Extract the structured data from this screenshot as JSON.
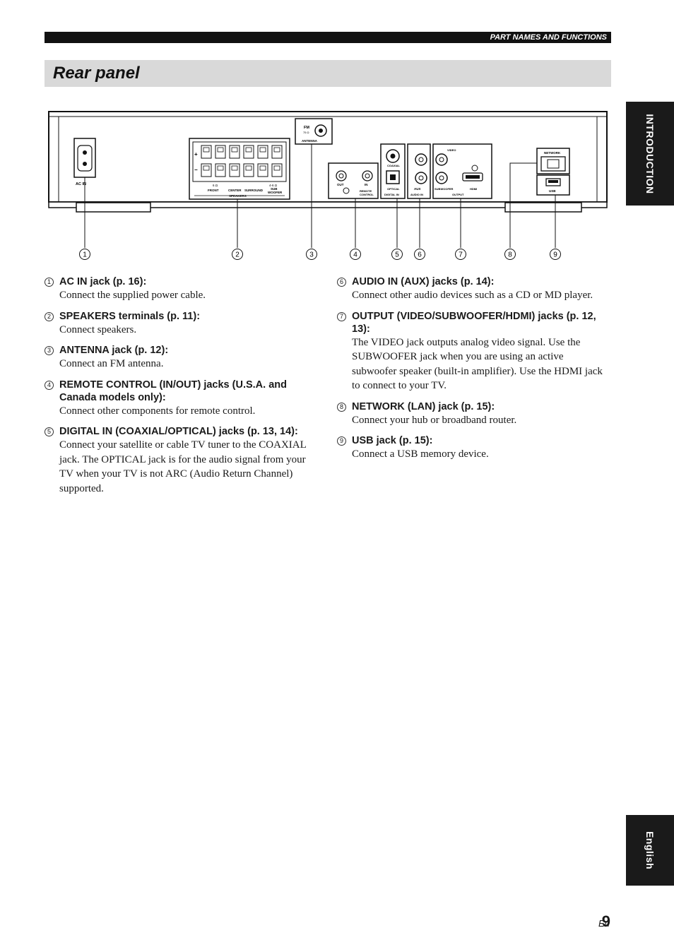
{
  "header": {
    "section": "PART NAMES AND FUNCTIONS",
    "title": "Rear panel"
  },
  "side_tabs": {
    "introduction": "INTRODUCTION",
    "language": "English"
  },
  "diagram": {
    "labels": {
      "ac_in": "AC IN",
      "front": "FRONT",
      "center": "CENTER",
      "surround": "SURROUND",
      "sub": "SUB",
      "woofer": "WOOFER",
      "speakers": "SPEAKERS",
      "fm": "FM",
      "fm_ohm": "75 Ω",
      "antenna": "ANTENNA",
      "out": "OUT",
      "in": "IN",
      "remote": "REMOTE",
      "control": "CONTROL",
      "coaxial": "COAXIAL",
      "optical": "OPTICAL",
      "digital_in": "DIGITAL IN",
      "aux": "AUX",
      "audio_in": "AUDIO IN",
      "video": "VIDEO",
      "subwoofer": "SUBWOOFER",
      "hdmi": "HDMI",
      "output": "OUTPUT",
      "network": "NETWORK",
      "usb": "USB",
      "ohm6": "6 Ω",
      "ohm4": "4-6 Ω",
      "plus": "+",
      "minus": "−"
    },
    "callouts": [
      "1",
      "2",
      "3",
      "4",
      "5",
      "6",
      "7",
      "8",
      "9"
    ]
  },
  "items_left": [
    {
      "num": "1",
      "head": "AC IN jack (p. 16):",
      "desc": "Connect the supplied power cable."
    },
    {
      "num": "2",
      "head": "SPEAKERS terminals (p. 11):",
      "desc": "Connect speakers."
    },
    {
      "num": "3",
      "head": "ANTENNA jack (p. 12):",
      "desc": "Connect an FM antenna."
    },
    {
      "num": "4",
      "head": "REMOTE CONTROL (IN/OUT) jacks (U.S.A. and Canada models only):",
      "desc": "Connect other components for remote control."
    },
    {
      "num": "5",
      "head": "DIGITAL IN (COAXIAL/OPTICAL) jacks (p. 13, 14):",
      "desc": "Connect your satellite or cable TV tuner to the COAXIAL jack. The OPTICAL jack is for the audio signal from your TV when your TV is not ARC (Audio Return Channel) supported."
    }
  ],
  "items_right": [
    {
      "num": "6",
      "head": "AUDIO IN (AUX) jacks (p. 14):",
      "desc": "Connect other audio devices such as a CD or MD player."
    },
    {
      "num": "7",
      "head": "OUTPUT (VIDEO/SUBWOOFER/HDMI) jacks (p. 12, 13):",
      "desc": "The VIDEO jack outputs analog video signal. Use the SUBWOOFER jack when you are using an active subwoofer speaker (built-in amplifier). Use the HDMI jack to connect to your TV."
    },
    {
      "num": "8",
      "head": "NETWORK (LAN) jack (p. 15):",
      "desc": "Connect your hub or broadband router."
    },
    {
      "num": "9",
      "head": "USB jack (p. 15):",
      "desc": "Connect a USB memory device."
    }
  ],
  "footer": {
    "page": "9",
    "lang": "En"
  }
}
